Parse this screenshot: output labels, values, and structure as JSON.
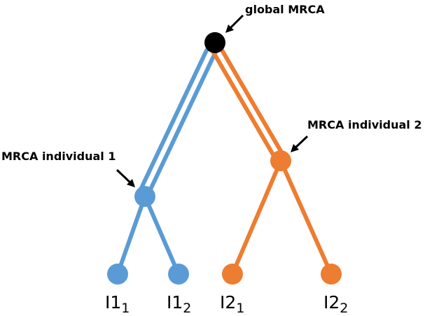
{
  "colors": {
    "individual_1": "#5b9bd5",
    "individual_2": "#ed7d31",
    "global_mrca": "#000000",
    "arrow": "#000000"
  },
  "annotations": {
    "global_mrca": "global MRCA",
    "mrca_individual_1": "MRCA individual 1",
    "mrca_individual_2": "MRCA individual 2"
  },
  "leaves": [
    {
      "base": "I1",
      "sub": "1"
    },
    {
      "base": "I1",
      "sub": "2"
    },
    {
      "base": "I2",
      "sub": "1"
    },
    {
      "base": "I2",
      "sub": "2"
    }
  ]
}
